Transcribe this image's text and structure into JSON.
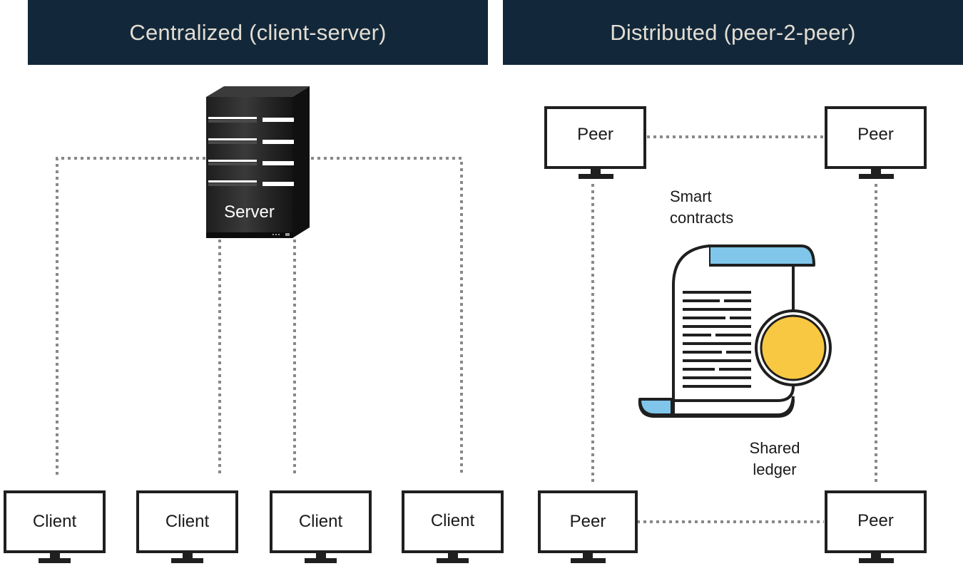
{
  "headers": {
    "left": "Centralized (client-server)",
    "right": "Distributed (peer-2-peer)"
  },
  "server": {
    "label": "Server"
  },
  "clients": [
    {
      "label": "Client"
    },
    {
      "label": "Client"
    },
    {
      "label": "Client"
    },
    {
      "label": "Client"
    }
  ],
  "peers": [
    {
      "label": "Peer"
    },
    {
      "label": "Peer"
    },
    {
      "label": "Peer"
    },
    {
      "label": "Peer"
    }
  ],
  "annotations": {
    "smart_contracts_line1": "Smart",
    "smart_contracts_line2": "contracts",
    "shared_ledger_line1": "Shared",
    "shared_ledger_line2": "ledger"
  },
  "colors": {
    "header_bg": "#12283a",
    "header_text": "#e3ddd3",
    "outline": "#1f1f1f",
    "connector": "#888888",
    "scroll_accent": "#7fc6ea",
    "seal": "#f9c842"
  },
  "icons": [
    "server-icon",
    "monitor-icon",
    "contract-scroll-icon",
    "seal-icon"
  ]
}
